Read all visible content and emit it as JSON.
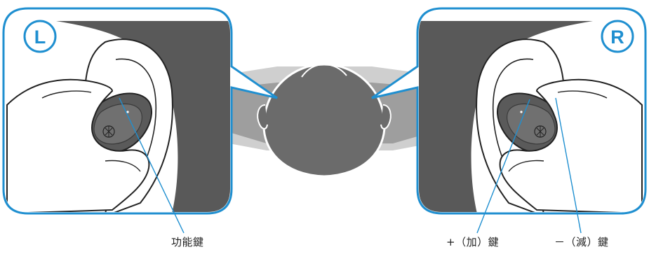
{
  "badges": {
    "left": "L",
    "right": "R"
  },
  "labels": {
    "function_key": "功能鍵",
    "plus_key": "+（加）鍵",
    "minus_key": "－（減）鍵"
  },
  "colors": {
    "panel_border": "#1f8fd0",
    "badge_fill": "#ffffff",
    "background_dark": "#595959",
    "background_mid": "#8c8c8c",
    "background_light": "#c8c8c8",
    "head_fill": "#6b6b6b",
    "earbud_body": "#5a5a5a",
    "leader_line": "#1f8fd0"
  }
}
